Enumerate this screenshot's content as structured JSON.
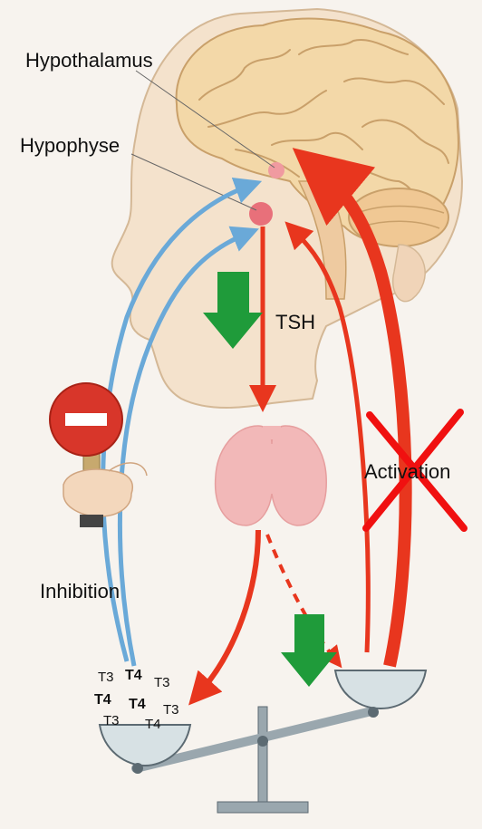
{
  "labels": {
    "hypothalamus": "Hypothalamus",
    "hypophyse": "Hypophyse",
    "tsh": "TSH",
    "activation": "Activation",
    "inhibition": "Inhibition"
  },
  "hormones": [
    "T3",
    "T4",
    "T3",
    "T4",
    "T4",
    "T3",
    "T3",
    "T4"
  ],
  "colors": {
    "background": "#f7f3ee",
    "brain": "#f3d8a8",
    "brain_outline": "#c9a06a",
    "head": "#f4e2cc",
    "thyroid": "#f2b8b8",
    "pituitary": "#e8707a",
    "activation_arrow": "#e8361e",
    "inhibition_arrow": "#6aa9d8",
    "down_arrow": "#1f9b3a",
    "cross": "#f01010",
    "stop_sign": "#d8362a",
    "scale_metal": "#9aa7ae"
  },
  "icons": [
    "stop-sign-icon",
    "red-cross-icon",
    "down-arrow-icon"
  ]
}
